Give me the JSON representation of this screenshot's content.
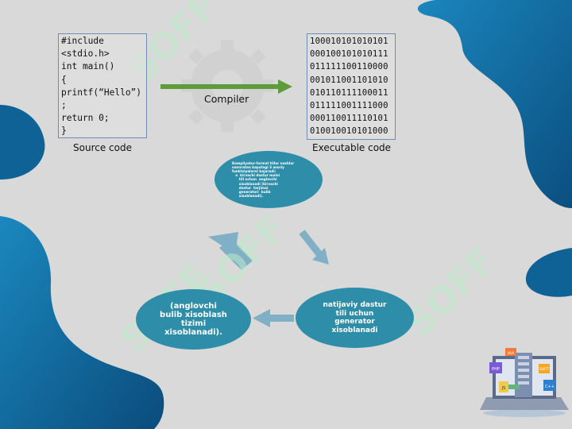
{
  "source_code": {
    "lines": [
      "#include",
      "<stdio.h>",
      "int main()",
      "{",
      "printf(“Hello”)",
      ";",
      "return 0;",
      "}"
    ],
    "caption": "Source code"
  },
  "compiler": {
    "label": "Compiler"
  },
  "executable": {
    "lines": [
      "100010101010101",
      "000100101010111",
      "011111100110000",
      "001011001101010",
      "010110111100011",
      "011111001111000",
      "000110011110101",
      "010010010101000"
    ],
    "caption": "Executable code"
  },
  "cycle": {
    "top_lines": [
      "Kompilyator-format tillar nashlar",
      "nazoratan kayotagi 3 asoriy",
      "funktsiyalarni bajaradi:",
      "   o  kirvachi dastur maloi",
      "      till uchun  anglovchi",
      "      xisoblanadi (kirvachi",
      "      dastur  tarjimai",
      "      generatori  bulib",
      "      xisoblanadi)."
    ],
    "right_lines": [
      "natijaviy  dastur",
      "tili  uchun",
      "generator",
      "xisoblanadi"
    ],
    "left_lines": [
      "(anglovchi",
      "bulib xisoblash",
      "tizimi",
      "xisoblanadi)."
    ]
  },
  "watermark": {
    "text": "SOFF"
  },
  "colors": {
    "blob_dark": "#0d5f8e",
    "blob_light": "#1f8fc4",
    "ellipse": "#2e8eaa",
    "arrow_green": "#5e9b3a",
    "cycle_arrow": "#7fb0c6",
    "watermark": "#bfe9c8"
  }
}
